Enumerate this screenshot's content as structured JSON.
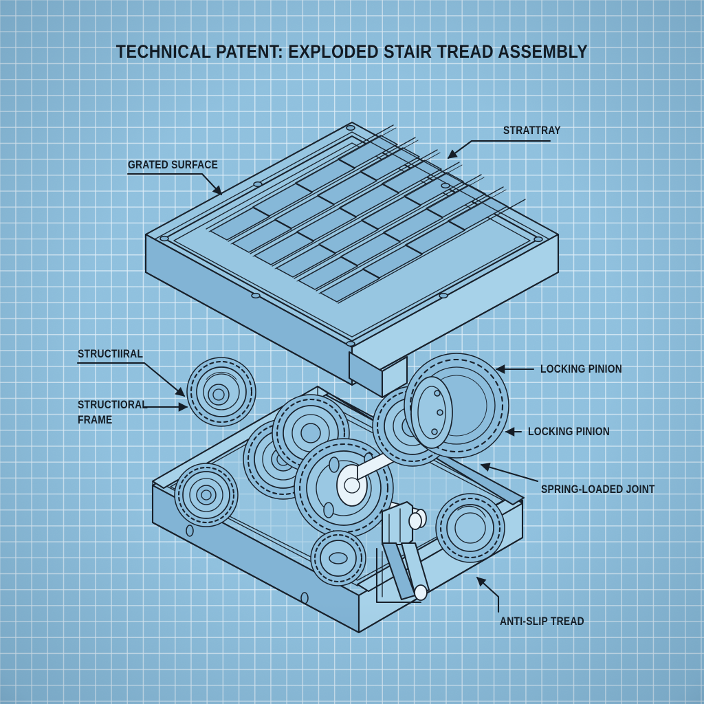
{
  "document": {
    "kind": "blueprint-technical-drawing",
    "title": "TECHNICAL PATENT: EXPLODED STAIR TREAD ASSEMBLY",
    "projection": "isometric exploded view",
    "background_color": "#8ec0de",
    "grid_color": "#c9e0ef",
    "ink_color": "#18202a"
  },
  "callouts": {
    "grated_surface": "GRATED SURFACE",
    "strat_tray": "STRATTRAY",
    "structural_upper": "STRUCTIIRAL",
    "structural_frame_line1": "STRUCTIORAL",
    "structural_frame_line2": "FRAME",
    "locking_pinion_upper": "LOCKING PINION",
    "locking_pinion_lower": "LOCKING PINION",
    "spring_loaded_joint": "SPRING-LOADED JOINT",
    "anti_slip_tread": "ANTI-SLIP TREAD"
  },
  "parts": {
    "top_tray": "grated stair tread plate",
    "gear_train": "spur gear cluster on central shaft",
    "base_frame": "open structural base frame",
    "linkage": "spring-loaded pivot linkage"
  }
}
